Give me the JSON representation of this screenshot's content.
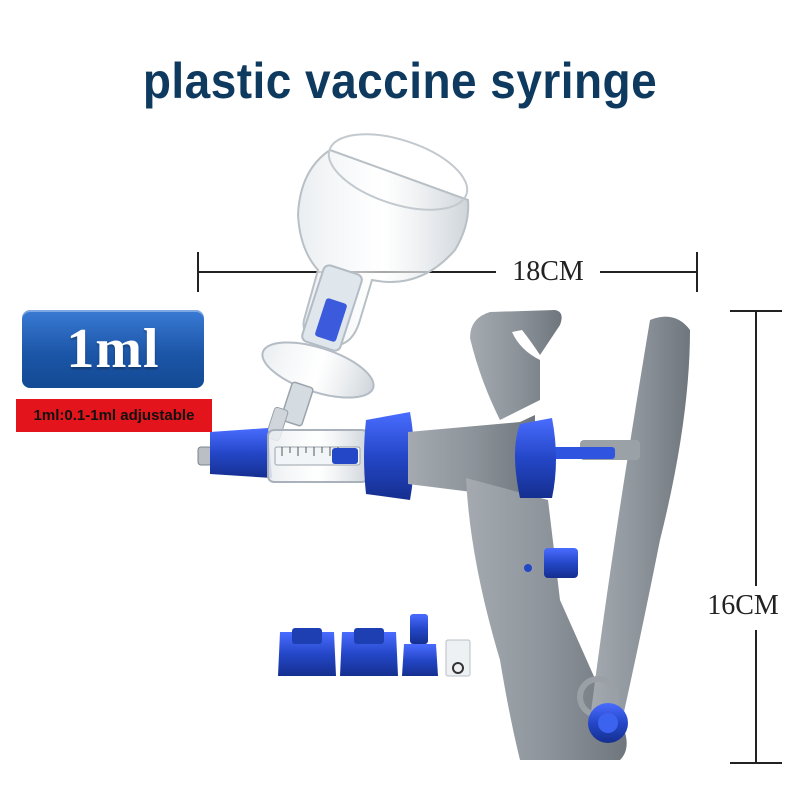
{
  "title": "plastic vaccine syringe",
  "dimensions": {
    "width_label": "18CM",
    "height_label": "16CM"
  },
  "capacity": {
    "badge": "1ml",
    "note": "1ml:0.1-1ml adjustable"
  },
  "colors": {
    "title": "#0f3a5f",
    "badge": "#1c56a8",
    "note_background": "#e3141b",
    "body_gray": "#8e959c",
    "accent_blue": "#2447c8"
  }
}
